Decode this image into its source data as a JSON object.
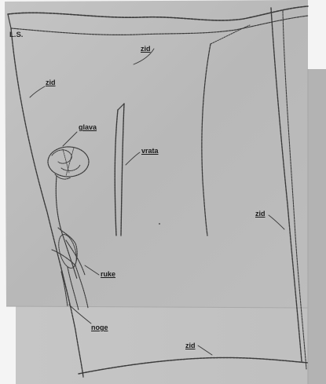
{
  "page_mark": "L.S.",
  "labels": {
    "zid_top": "zid",
    "zid_left": "zid",
    "glava": "glava",
    "vrata": "vrata",
    "zid_right": "zid",
    "ruke": "ruke",
    "noge": "noge",
    "zid_bottom": "zid"
  },
  "colors": {
    "paper_main": "#b9b9b9",
    "paper_lower": "#c2c2c2",
    "paper_right": "#b0b0b0",
    "pencil": "#3a3a3a"
  }
}
